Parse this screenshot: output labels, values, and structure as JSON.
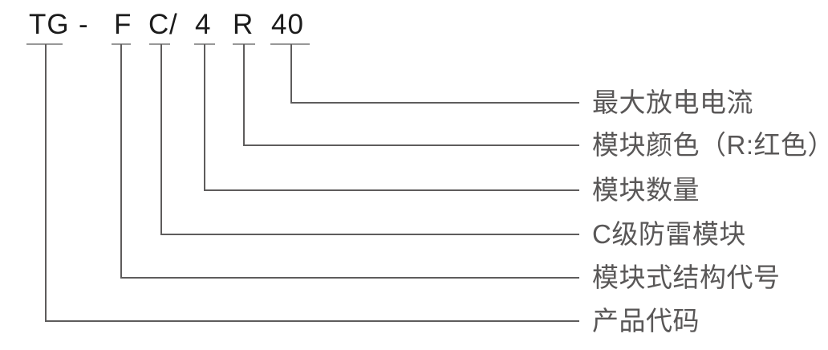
{
  "diagram": {
    "description": "product model number nomenclature diagram",
    "code": {
      "full": "TG - F C / 4 R 40",
      "segments": [
        {
          "id": "tg",
          "text": "TG"
        },
        {
          "id": "dash",
          "text": "-"
        },
        {
          "id": "f",
          "text": "F"
        },
        {
          "id": "c",
          "text": "C"
        },
        {
          "id": "slash",
          "text": "/"
        },
        {
          "id": "four",
          "text": "4"
        },
        {
          "id": "r",
          "text": "R"
        },
        {
          "id": "forty",
          "text": "40"
        }
      ]
    },
    "legend": [
      {
        "code": "40",
        "label": "最大放电电流"
      },
      {
        "code": "R",
        "label": "模块颜色（R:红色）"
      },
      {
        "code": "4",
        "label": "模块数量"
      },
      {
        "code": "C",
        "label": "C级防雷模块"
      },
      {
        "code": "F",
        "label": "模块式结构代号"
      },
      {
        "code": "TG",
        "label": "产品代码"
      }
    ],
    "colors": {
      "background": "#ffffff",
      "code_text": "#1b1b1b",
      "label_text": "#595757",
      "leader_line": "#5e5c5c",
      "tick_line": "#989898"
    }
  }
}
